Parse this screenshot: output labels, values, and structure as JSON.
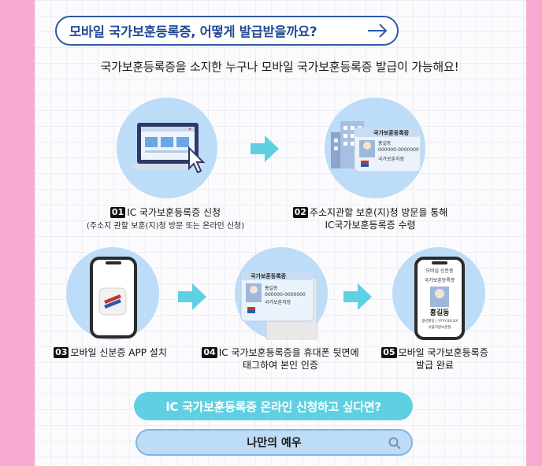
{
  "header": {
    "question": "모바일 국가보훈등록증, 어떻게 발급받을까요?",
    "lead": "국가보훈등록증을 소지한 누구나 모바일 국가보훈등록증 발급이 가능해요!"
  },
  "steps": [
    {
      "num": "01",
      "line1": "IC 국가보훈등록증 신청",
      "line2": "(주소지 관할 보훈(지)청 방문 또는 온라인 신청)"
    },
    {
      "num": "02",
      "line1": "주소지관할 보훈(지)청 방문을 통해",
      "line2": "IC국가보훈등록증 수령"
    },
    {
      "num": "03",
      "line1": "모바일 신분증 APP 설치"
    },
    {
      "num": "04",
      "line1": "IC 국가보훈등록증을 휴대폰 뒷면에",
      "line2": "태그하여 본인 인증"
    },
    {
      "num": "05",
      "line1": "모바일 국가보훈등록증",
      "line2": "발급 완료"
    }
  ],
  "card": {
    "title": "국가보훈등록증",
    "name": "홍길동",
    "number": "000000-0000000",
    "issuer": "국가보훈처장"
  },
  "phone_card": {
    "header": "모바일 신분증",
    "title": "국가보훈등록증",
    "name": "홍길동",
    "birth": "생년월일 | YYYY.XX.XX",
    "place": "서울지방보훈청"
  },
  "banner": {
    "label": "IC 국가보훈등록증 온라인 신청하고 싶다면?"
  },
  "search": {
    "label": "나만의 예우"
  },
  "colors": {
    "pink": "#f7a9cf",
    "navy": "#234a96",
    "cyan": "#5fd0e2",
    "lightblue": "#bcdcf7"
  }
}
